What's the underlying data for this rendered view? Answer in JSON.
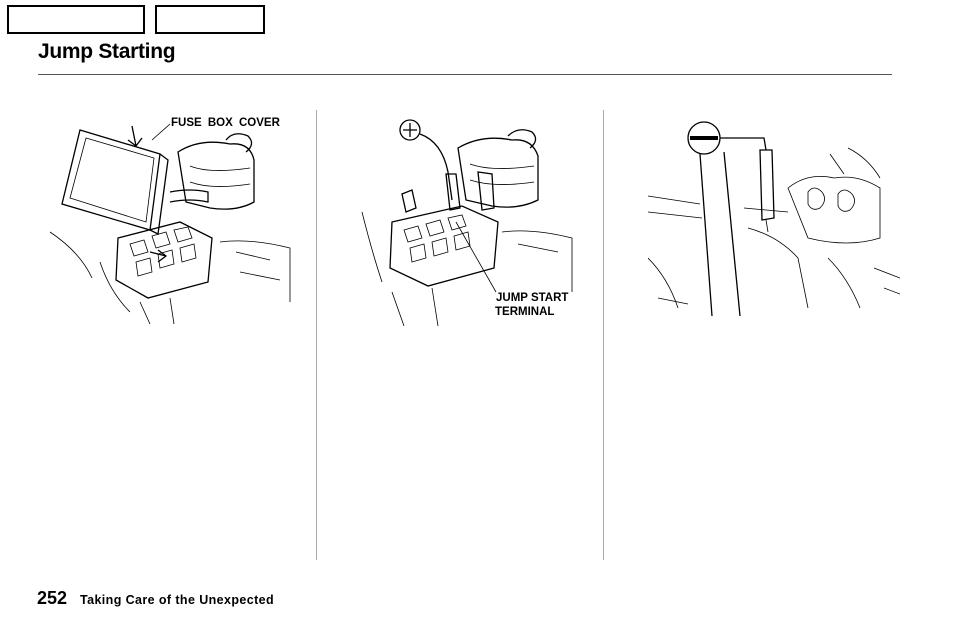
{
  "header": {
    "title": "Jump Starting"
  },
  "figures": {
    "fuse_box_cover_label": "FUSE  BOX  COVER",
    "jump_start_label_line1": "JUMP START",
    "jump_start_label_line2": "TERMINAL"
  },
  "footer": {
    "page_number": "252",
    "section_title": "Taking Care of the Unexpected"
  }
}
